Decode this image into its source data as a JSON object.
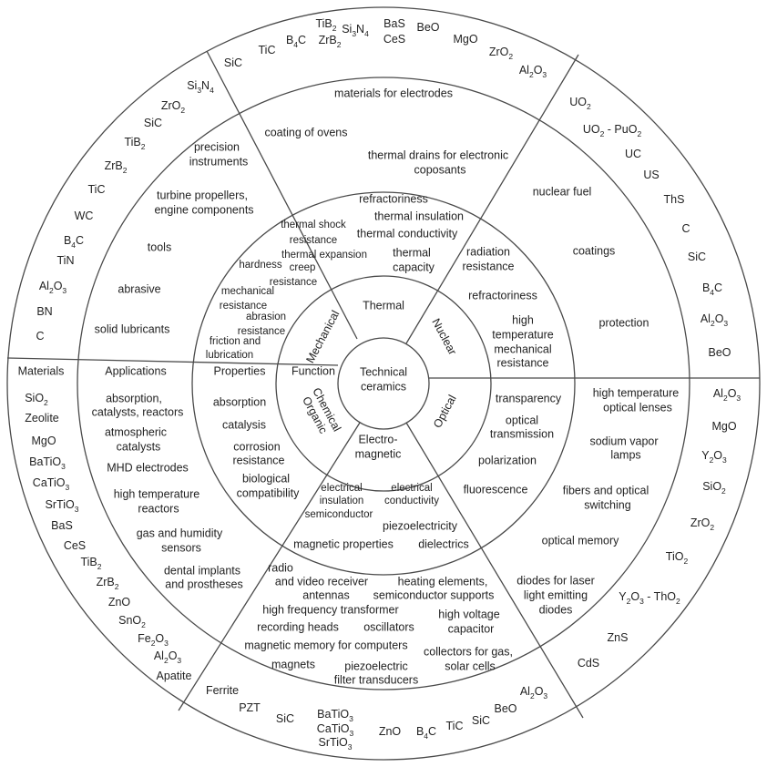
{
  "center": {
    "line1": "Technical",
    "line2": "ceramics"
  },
  "function_sectors": [
    {
      "id": "thermal",
      "label": "Thermal"
    },
    {
      "id": "nuclear",
      "label": "Nuclear"
    },
    {
      "id": "optical",
      "label": "Optical"
    },
    {
      "id": "electromagnetic",
      "line1": "Electro-",
      "line2": "magnetic"
    },
    {
      "id": "chemical",
      "line1": "Chemical",
      "line2": "Organic"
    },
    {
      "id": "mechanical",
      "label": "Mechanical"
    }
  ],
  "ring_headers": {
    "function": "Function",
    "properties": "Properties",
    "applications": "Applications",
    "materials": "Materials"
  },
  "properties": {
    "thermal": [
      "refractoriness",
      "thermal insulation",
      "thermal conductivity",
      "thermal",
      "capacity"
    ],
    "thermal_mech": [
      "thermal shock",
      "resistance",
      "thermal expansion",
      "creep",
      "resistance"
    ],
    "mechanical": [
      "hardness",
      "mechanical",
      "resistance",
      "abrasion",
      "resistance",
      "friction and",
      "lubrication"
    ],
    "nuclear": [
      "radiation",
      "resistance",
      "refractoriness",
      "high",
      "temperature",
      "mechanical",
      "resistance"
    ],
    "optical": [
      "transparency",
      "optical",
      "transmission",
      "polarization",
      "fluorescence"
    ],
    "chemical": [
      "absorption",
      "catalysis",
      "corrosion",
      "resistance",
      "biological",
      "compatibility"
    ],
    "electromagnetic": [
      "electrical",
      "insulation",
      "semiconductor",
      "electrical",
      "conductivity",
      "piezoelectricity",
      "magnetic properties",
      "dielectrics"
    ]
  },
  "applications": {
    "top": [
      "materials for electrodes",
      "coating of ovens",
      "thermal drains for electronic",
      "coposants"
    ],
    "mechanical": [
      "precision",
      "instruments",
      "turbine propellers,",
      "engine components",
      "tools",
      "abrasive",
      "solid lubricants"
    ],
    "nuclear": [
      "nuclear fuel",
      "coatings",
      "protection"
    ],
    "optical": [
      "high temperature",
      "optical lenses",
      "sodium vapor",
      "lamps",
      "fibers and optical",
      "switching",
      "optical memory",
      "diodes for laser",
      "light emitting",
      "diodes"
    ],
    "chemical": [
      "absorption,",
      "catalysts, reactors",
      "atmospheric",
      "catalysts",
      "MHD electrodes",
      "high temperature",
      "reactors",
      "gas and humidity",
      "sensors",
      "dental implants",
      "and prostheses"
    ],
    "electromagnetic": [
      "radio",
      "and video receiver",
      "antennas",
      "heating elements,",
      "semiconductor supports",
      "high frequency transformer",
      "high voltage",
      "capacitor",
      "recording heads",
      "oscillators",
      "magnetic memory for computers",
      "collectors for gas,",
      "solar cells",
      "magnets",
      "piezoelectric",
      "filter transducers"
    ]
  },
  "materials": {
    "top": [
      "TiB2",
      "Si3N4",
      "BaS",
      "BeO",
      "B4C",
      "ZrB2",
      "CeS",
      "MgO",
      "TiC",
      "ZrO2",
      "SiC",
      "Al2O3"
    ],
    "top_left": [
      "Si3N4",
      "ZrO2",
      "SiC",
      "TiB2",
      "ZrB2",
      "TiC",
      "WC",
      "B4C",
      "TiN",
      "Al2O3",
      "BN",
      "C"
    ],
    "top_right": [
      "UO2",
      "UO2 - PuO2",
      "UC",
      "US",
      "ThS",
      "C",
      "SiC",
      "B4C",
      "Al2O3",
      "BeO"
    ],
    "bottom_left": [
      "SiO2",
      "Zeolite",
      "MgO",
      "BaTiO3",
      "CaTiO3",
      "SrTiO3",
      "BaS",
      "CeS",
      "TiB2",
      "ZrB2",
      "ZnO",
      "SnO2",
      "Fe2O3",
      "Al2O3",
      "Apatite"
    ],
    "bottom_right": [
      "Al2O3",
      "MgO",
      "Y2O3",
      "SiO2",
      "ZrO2",
      "TiO2",
      "Y2O3 - ThO2",
      "ZnS",
      "CdS"
    ],
    "bottom": [
      "Ferrite",
      "PZT",
      "SiC",
      "BaTiO3",
      "CaTiO3",
      "SrTiO3",
      "ZnO",
      "B4C",
      "TiC",
      "SiC",
      "BeO",
      "Al2O3"
    ]
  }
}
